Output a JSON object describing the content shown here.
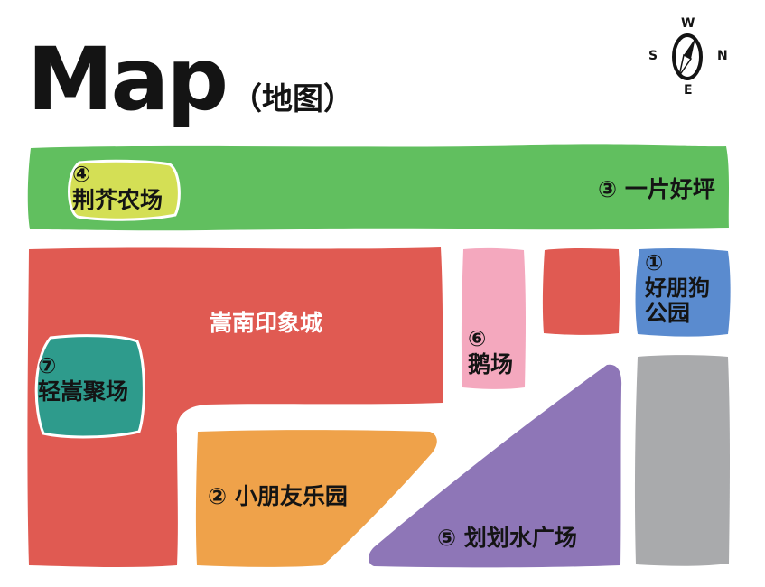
{
  "title": {
    "main": "Map",
    "sub": "（地图）"
  },
  "compass": {
    "north": "W",
    "south": "E",
    "west": "S",
    "east": "N"
  },
  "colors": {
    "green": "#61bf5f",
    "lime": "#d4df55",
    "red": "#e05a52",
    "teal": "#2e9b8c",
    "orange": "#efa24a",
    "pink": "#f4a8be",
    "purple": "#8e76b7",
    "blue": "#5a8bcf",
    "gray": "#a9aaac"
  },
  "zones": {
    "lawn": {
      "number": "③",
      "name": "一片好坪"
    },
    "farm": {
      "number": "④",
      "name": "荆芥农场"
    },
    "city": {
      "name": "嵩南印象城"
    },
    "square": {
      "number": "⑦",
      "name": "轻嵩聚场"
    },
    "goose": {
      "number": "⑥",
      "name": "鹅场"
    },
    "dogpark": {
      "number": "①",
      "name_line1": "好朋狗",
      "name_line2": "公园"
    },
    "kidspark": {
      "number": "②",
      "name": "小朋友乐园"
    },
    "water": {
      "number": "⑤",
      "name": "划划水广场"
    }
  }
}
